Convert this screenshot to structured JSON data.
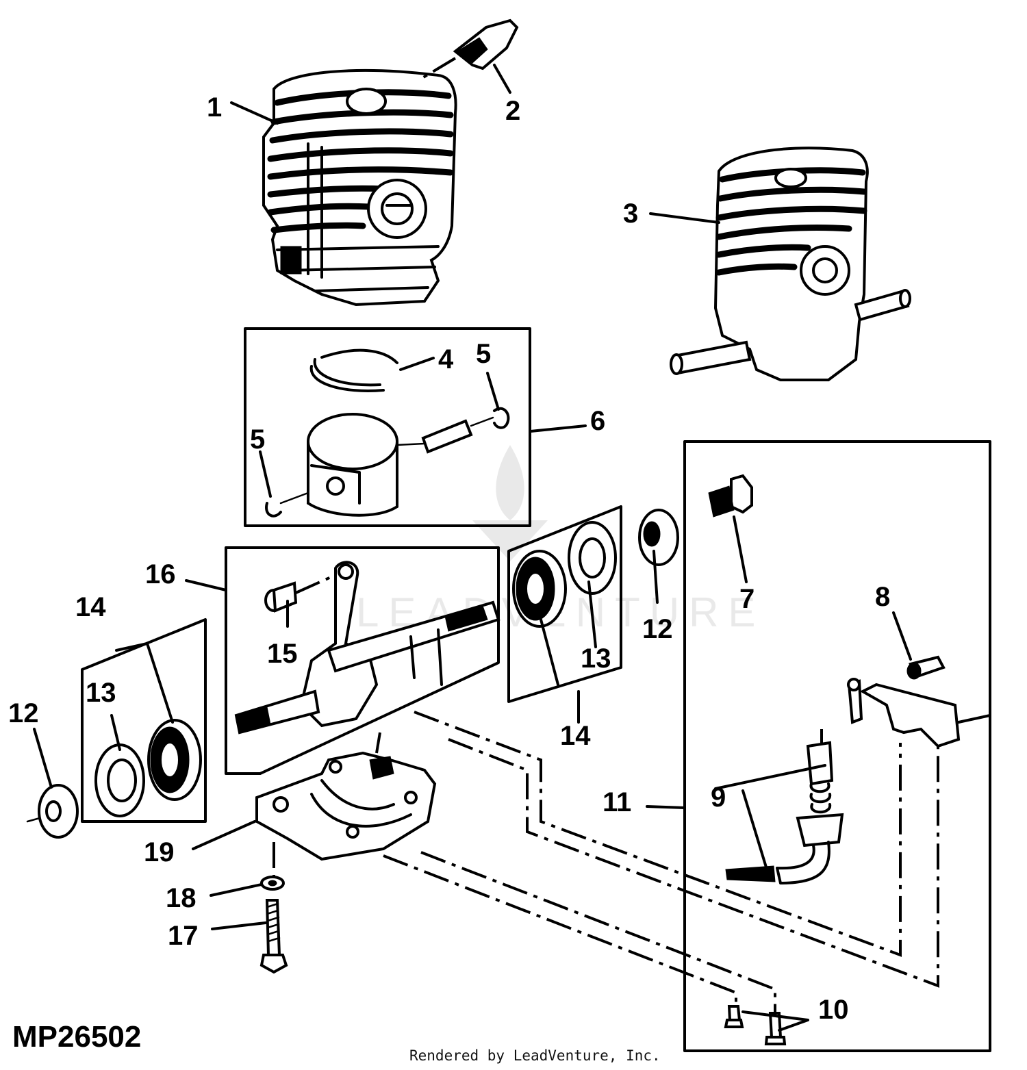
{
  "diagram": {
    "code": "MP26502",
    "credit": "Rendered by LeadVenture, Inc.",
    "watermark": "LEADVENTURE",
    "callouts": {
      "c1": "1",
      "c2": "2",
      "c3": "3",
      "c4": "4",
      "c5a": "5",
      "c5b": "5",
      "c6": "6",
      "c7": "7",
      "c8": "8",
      "c9": "9",
      "c10": "10",
      "c11": "11",
      "c12a": "12",
      "c12b": "12",
      "c13a": "13",
      "c13b": "13",
      "c14a": "14",
      "c14b": "14",
      "c15": "15",
      "c16": "16",
      "c17": "17",
      "c18": "18",
      "c19": "19"
    }
  }
}
